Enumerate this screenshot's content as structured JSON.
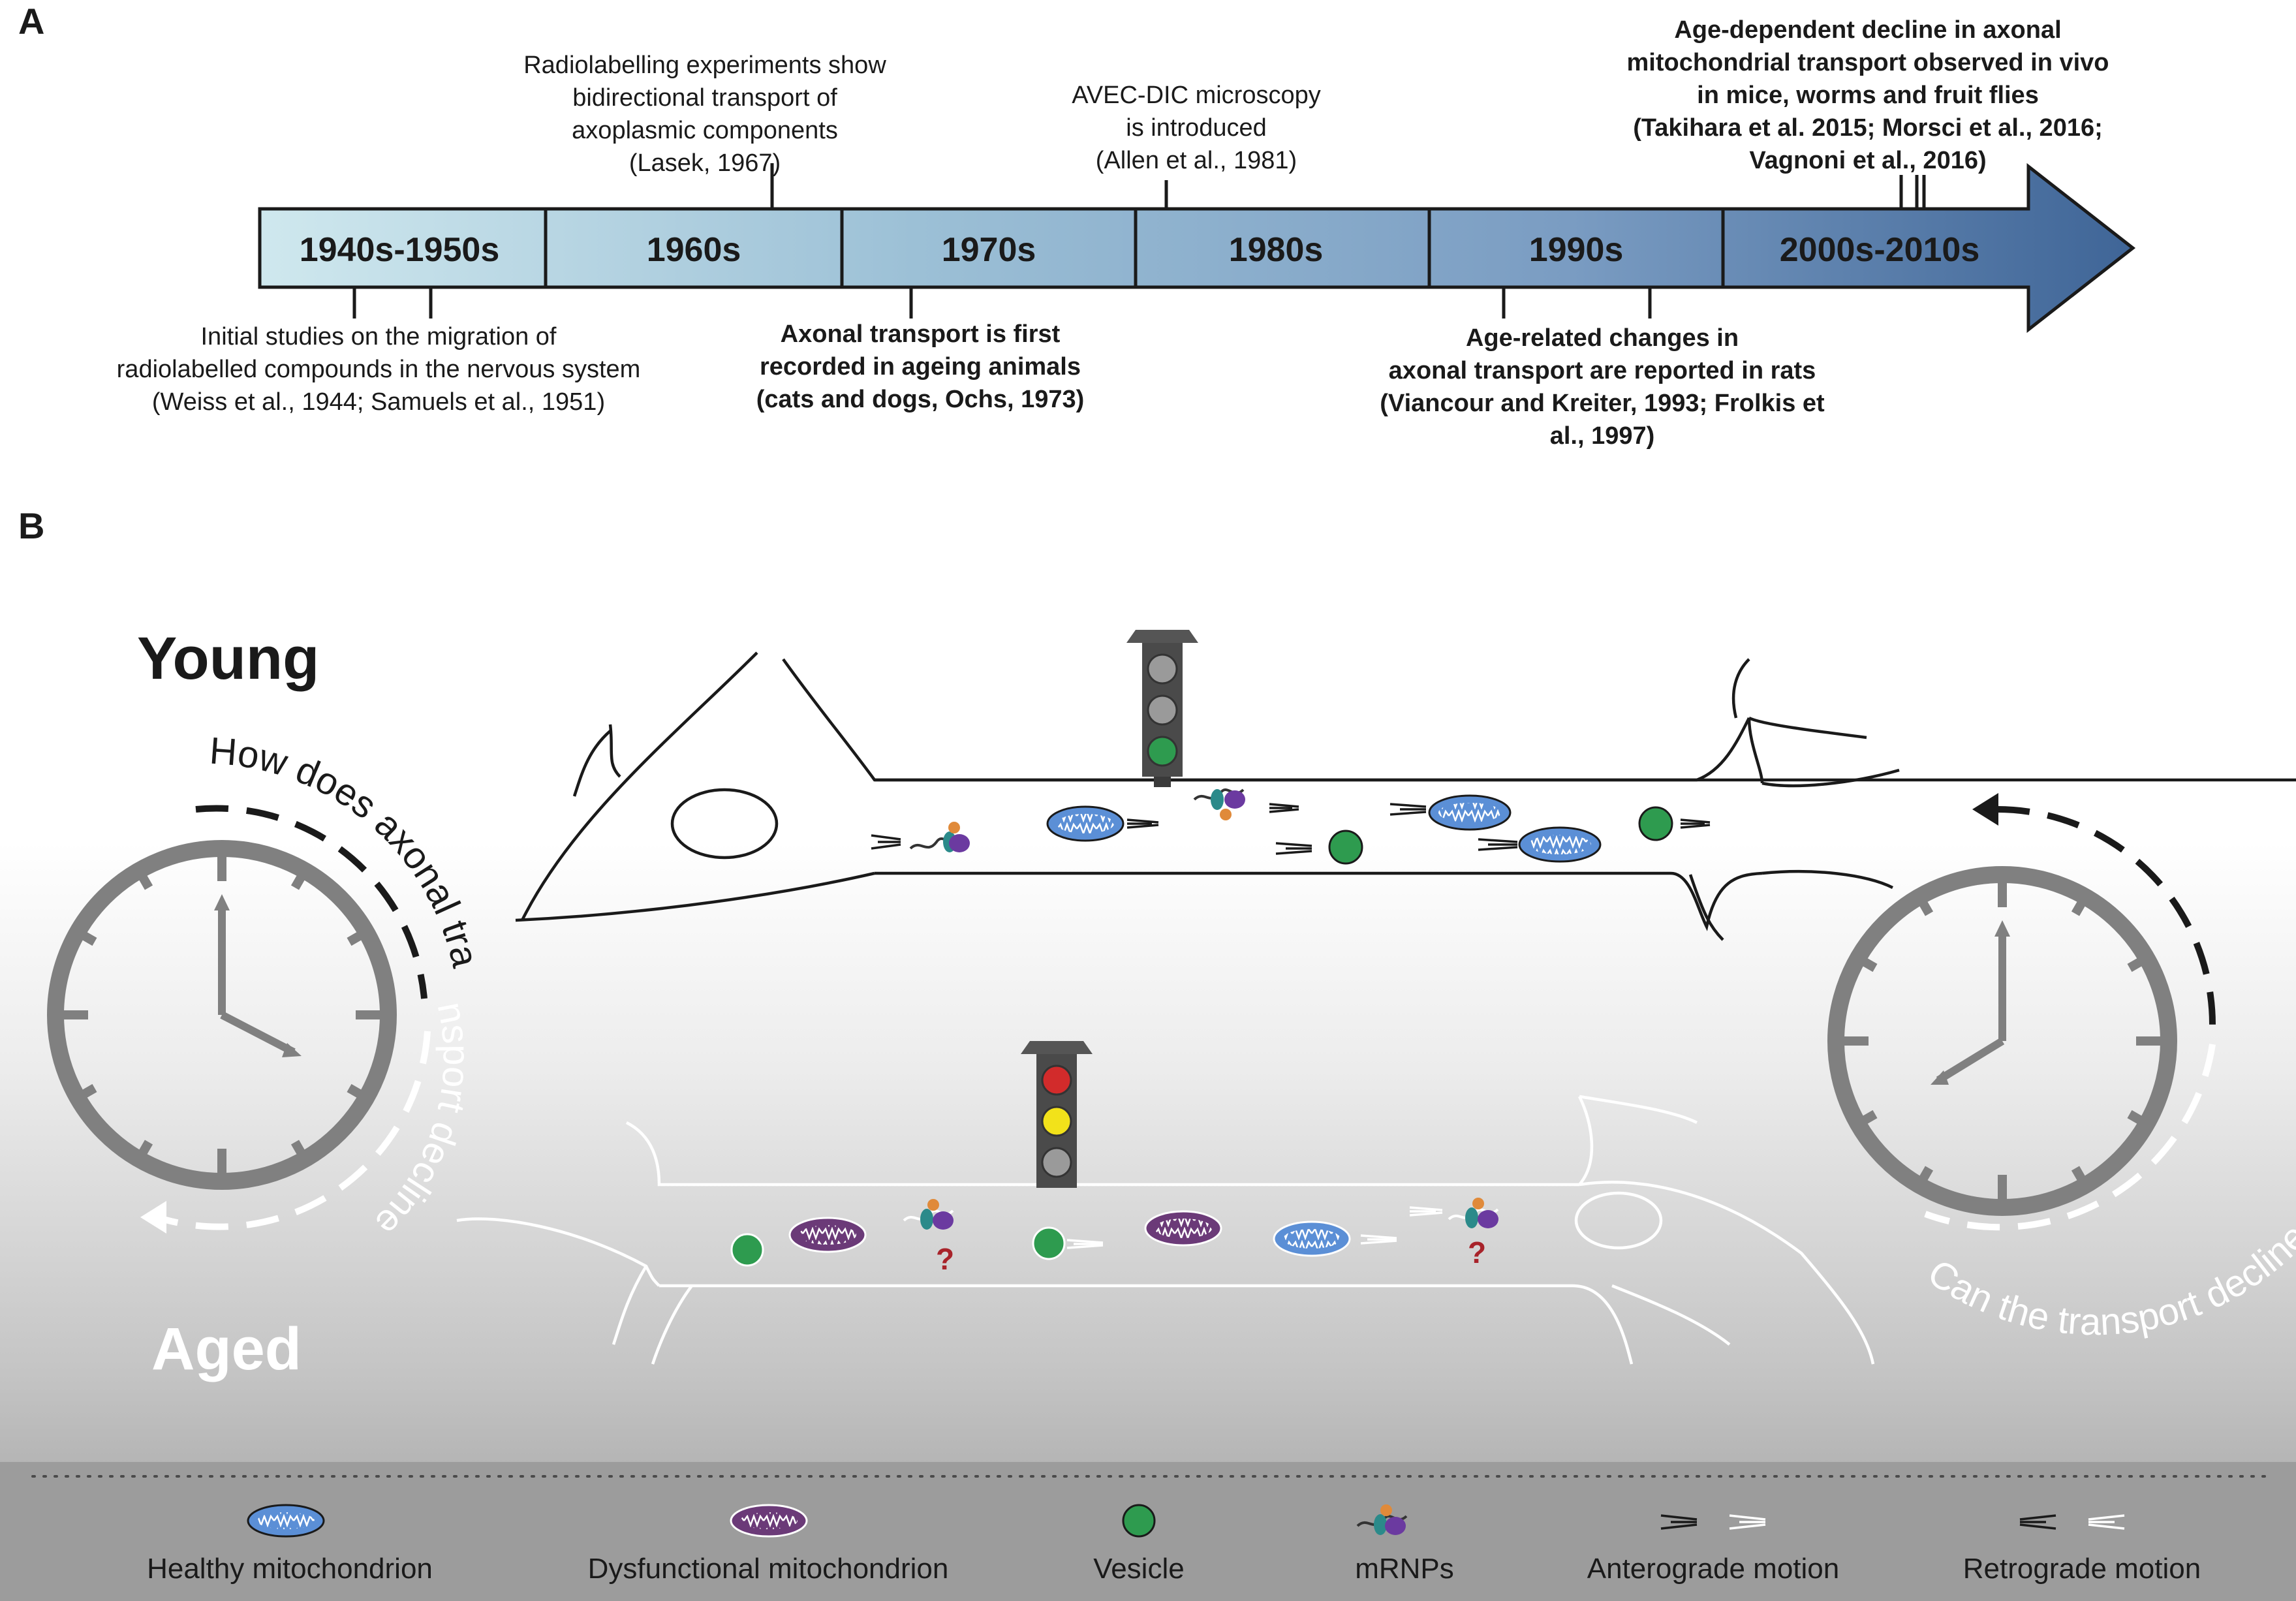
{
  "panel_a": {
    "label": "A",
    "decades": [
      "1940s-1950s",
      "1960s",
      "1970s",
      "1980s",
      "1990s",
      "2000s-2010s"
    ],
    "above": [
      {
        "lines": [
          "Radiolabelling experiments show",
          "bidirectional transport of",
          "axoplasmic components",
          "(Lasek, 1967)"
        ]
      },
      {
        "lines": [
          "AVEC-DIC microscopy",
          "is introduced",
          "(Allen et al., 1981)"
        ]
      },
      {
        "lines": [
          "Age-dependent decline in axonal",
          "mitochondrial transport observed in vivo",
          "in mice, worms and fruit flies",
          "(Takihara et al. 2015; Morsci et al., 2016;",
          "Vagnoni et al., 2016)"
        ]
      }
    ],
    "below": [
      {
        "lines": [
          "Initial studies on the migration of",
          "radiolabelled compounds in the nervous system",
          "(Weiss et al., 1944; Samuels et al., 1951)"
        ]
      },
      {
        "lines": [
          "Axonal transport is first",
          "recorded in ageing animals",
          "(cats and dogs, Ochs, 1973)"
        ]
      },
      {
        "lines": [
          "Age-related changes in",
          "axonal transport are reported  in rats",
          "(Viancour and Kreiter, 1993; Frolkis et",
          "al., 1997)"
        ]
      }
    ]
  },
  "panel_b": {
    "label": "B",
    "young": "Young",
    "aged": "Aged",
    "question_left_dark": "How does axonal tra",
    "question_left_light": "nsport decline?",
    "question_right_dark": "Can the transport decline be reversed?",
    "question_mark": "?",
    "legend": [
      {
        "label": "Healthy mitochondrion",
        "icon": "healthy-mitochondrion-icon"
      },
      {
        "label": "Dysfunctional mitochondrion",
        "icon": "dysfunctional-mitochondrion-icon"
      },
      {
        "label": "Vesicle",
        "icon": "vesicle-icon"
      },
      {
        "label": "mRNPs",
        "icon": "mrnp-icon"
      },
      {
        "label": "Anterograde motion",
        "icon": "anterograde-arrows-icon"
      },
      {
        "label": "Retrograde motion",
        "icon": "retrograde-arrows-icon"
      }
    ],
    "colors": {
      "healthy_mito": "#5b8fd6",
      "dysfunctional_mito": "#6b3a78",
      "vesicle": "#2e9b4f",
      "light_red": "#d22b2b",
      "light_yellow": "#f2e21a",
      "light_green": "#2e9b4f"
    }
  }
}
